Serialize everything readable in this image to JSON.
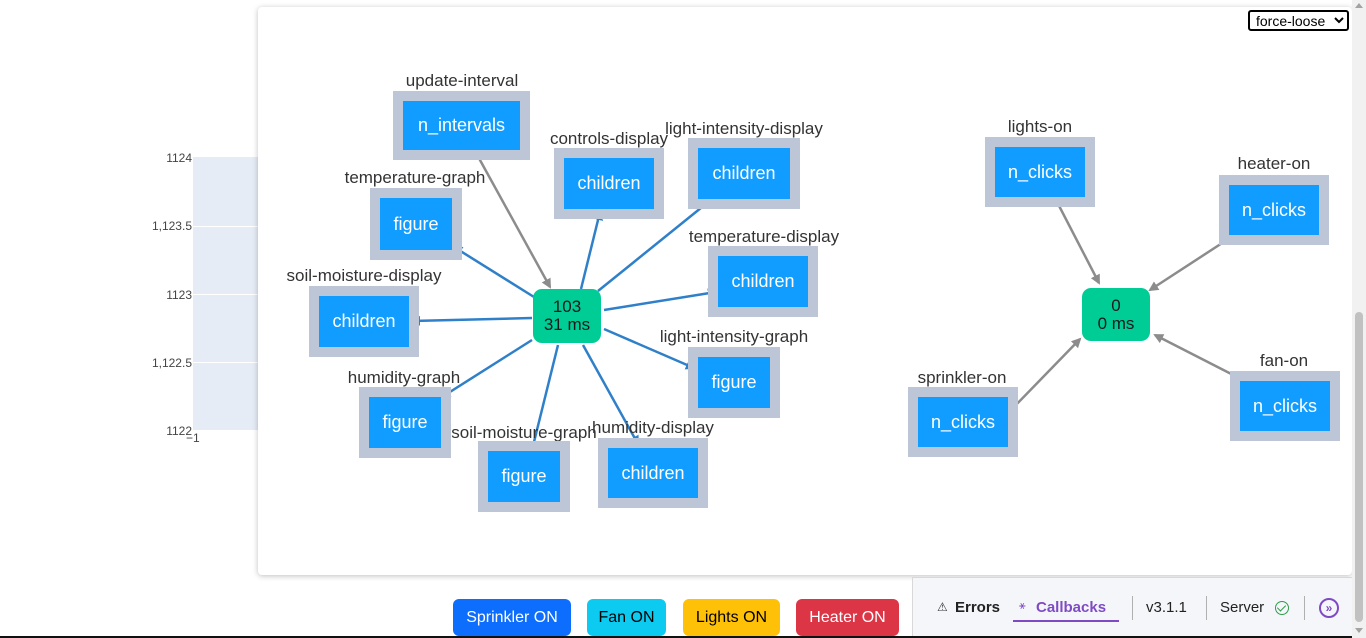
{
  "background_chart": {
    "y_ticks": [
      "1124",
      "1,123.5",
      "1123",
      "1,122.5",
      "1122"
    ],
    "x_tick": "−1",
    "plot_color": "#e5ecf6"
  },
  "graph": {
    "layout_select": "force-loose",
    "layout_options": [
      "force-loose"
    ],
    "callback_left": {
      "count": "103",
      "time": "31 ms"
    },
    "callback_right": {
      "count": "0",
      "time": "0 ms"
    },
    "nodes": {
      "update_interval": {
        "label": "update-interval",
        "prop": "n_intervals"
      },
      "controls_display": {
        "label": "controls-display",
        "prop": "children"
      },
      "light_intensity_display": {
        "label": "light-intensity-display",
        "prop": "children"
      },
      "temperature_graph": {
        "label": "temperature-graph",
        "prop": "figure"
      },
      "temperature_display": {
        "label": "temperature-display",
        "prop": "children"
      },
      "soil_moisture_display": {
        "label": "soil-moisture-display",
        "prop": "children"
      },
      "light_intensity_graph": {
        "label": "light-intensity-graph",
        "prop": "figure"
      },
      "humidity_graph": {
        "label": "humidity-graph",
        "prop": "figure"
      },
      "soil_moisture_graph": {
        "label": "soil-moisture-graph",
        "prop": "figure"
      },
      "humidity_display": {
        "label": "humidity-display",
        "prop": "children"
      },
      "lights_on": {
        "label": "lights-on",
        "prop": "n_clicks"
      },
      "heater_on": {
        "label": "heater-on",
        "prop": "n_clicks"
      },
      "sprinkler_on": {
        "label": "sprinkler-on",
        "prop": "n_clicks"
      },
      "fan_on": {
        "label": "fan-on",
        "prop": "n_clicks"
      }
    },
    "colors": {
      "input_edge": "#8c8c8c",
      "output_edge": "#2f80c9",
      "callback": "#00cc96",
      "prop": "#119dff",
      "node_border": "#bcc6d6"
    }
  },
  "buttons": {
    "sprinkler": {
      "label": "Sprinkler ON",
      "color": "#0d6efd"
    },
    "fan": {
      "label": "Fan ON",
      "color": "#0dcaf0"
    },
    "lights": {
      "label": "Lights ON",
      "color": "#ffc107"
    },
    "heater": {
      "label": "Heater ON",
      "color": "#dc3545"
    }
  },
  "devtools": {
    "errors_label": "Errors",
    "callbacks_label": "Callbacks",
    "version": "v3.1.1",
    "server_label": "Server",
    "errors_icon": "warning-icon",
    "callbacks_icon": "callbacks-icon",
    "server_icon": "check-circle-icon",
    "collapse_icon": "double-chevron-right-icon",
    "accent": "#7f4bc4"
  }
}
